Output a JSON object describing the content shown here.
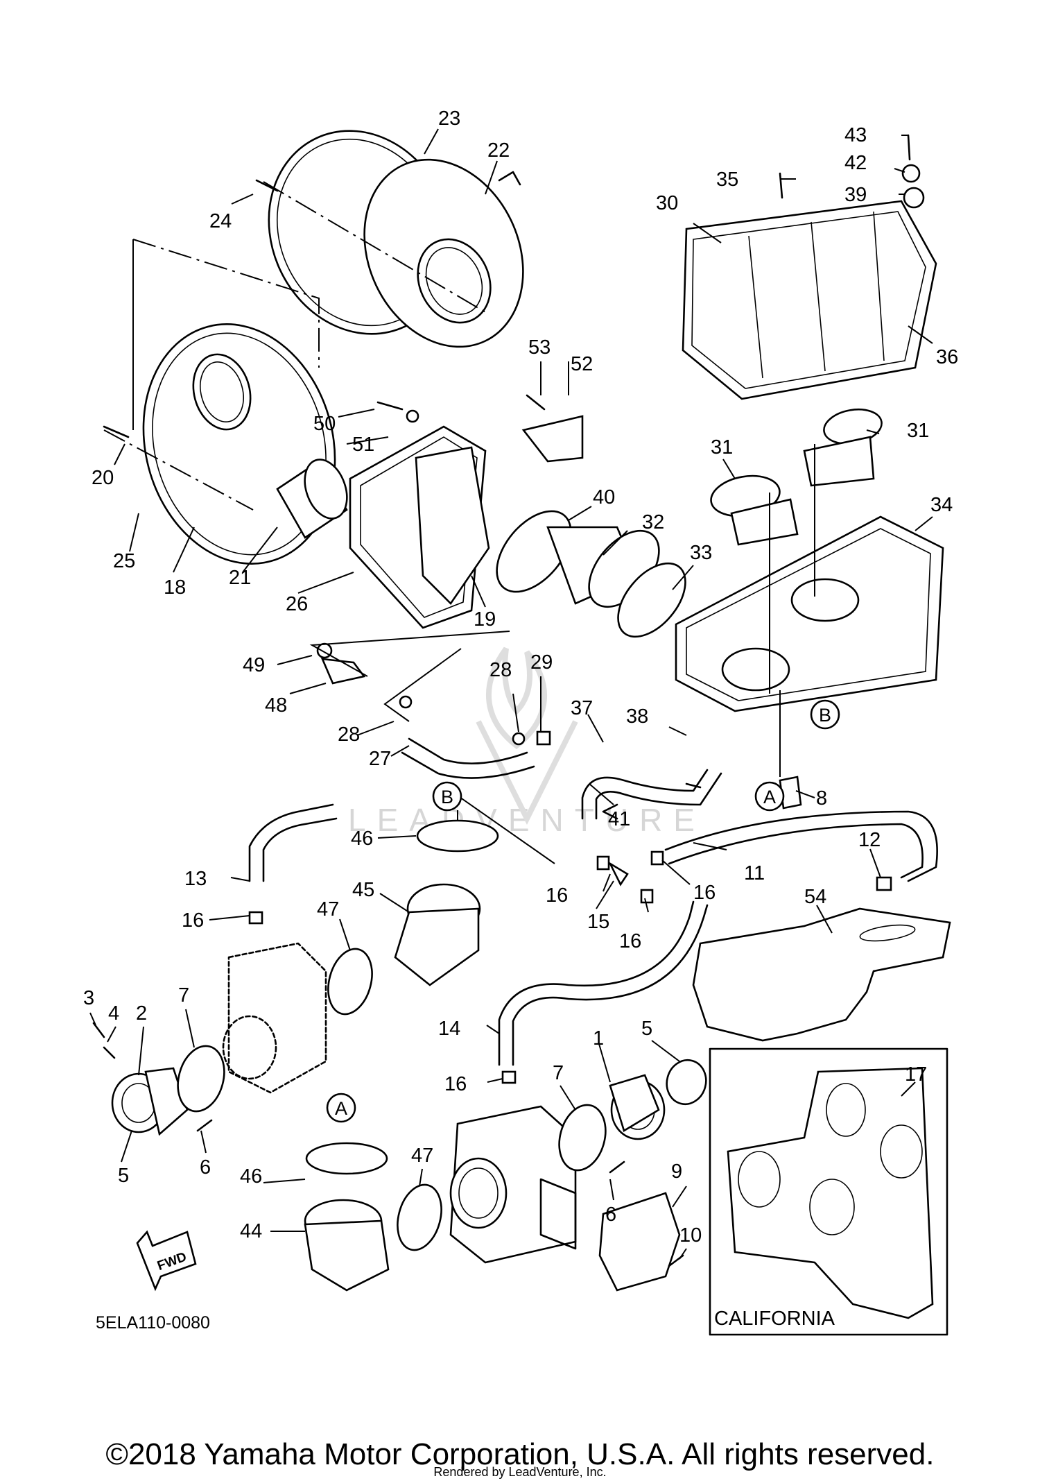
{
  "diagram": {
    "drawing_number": "5ELA110-0080",
    "fwd_label": "FWD",
    "california_label": "CALIFORNIA",
    "watermark_text": "LEADVENTURE",
    "reference_letters": [
      "A",
      "B"
    ],
    "callouts": [
      "1",
      "2",
      "3",
      "4",
      "5",
      "6",
      "7",
      "8",
      "9",
      "10",
      "11",
      "12",
      "13",
      "14",
      "15",
      "16",
      "17",
      "18",
      "19",
      "20",
      "21",
      "22",
      "23",
      "24",
      "25",
      "26",
      "27",
      "28",
      "29",
      "30",
      "31",
      "32",
      "33",
      "34",
      "35",
      "36",
      "37",
      "38",
      "39",
      "40",
      "41",
      "42",
      "43",
      "44",
      "45",
      "46",
      "47",
      "48",
      "49",
      "50",
      "51",
      "52",
      "53",
      "54"
    ]
  },
  "footer": {
    "copyright": "©2018 Yamaha Motor Corporation, U.S.A. All rights reserved.",
    "rendered_by": "Rendered by LeadVenture, Inc."
  }
}
